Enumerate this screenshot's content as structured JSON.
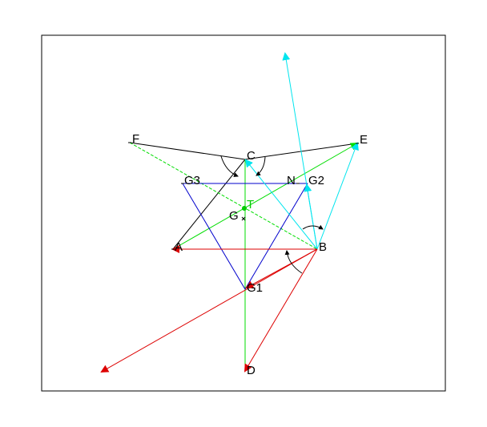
{
  "labels": {
    "F": "F",
    "C": "C",
    "E": "E",
    "G3": "G3",
    "N": "N",
    "G2": "G2",
    "T": "T",
    "G": "G",
    "A": "A",
    "B": "B",
    "G1": "G1",
    "D": "D"
  },
  "colors": {
    "frame": "#000000",
    "black": "#000000",
    "green": "#00dd00",
    "blue": "#0000cc",
    "cyan": "#00e5ee",
    "red": "#dd0000",
    "T_label": "#00cc00"
  }
}
